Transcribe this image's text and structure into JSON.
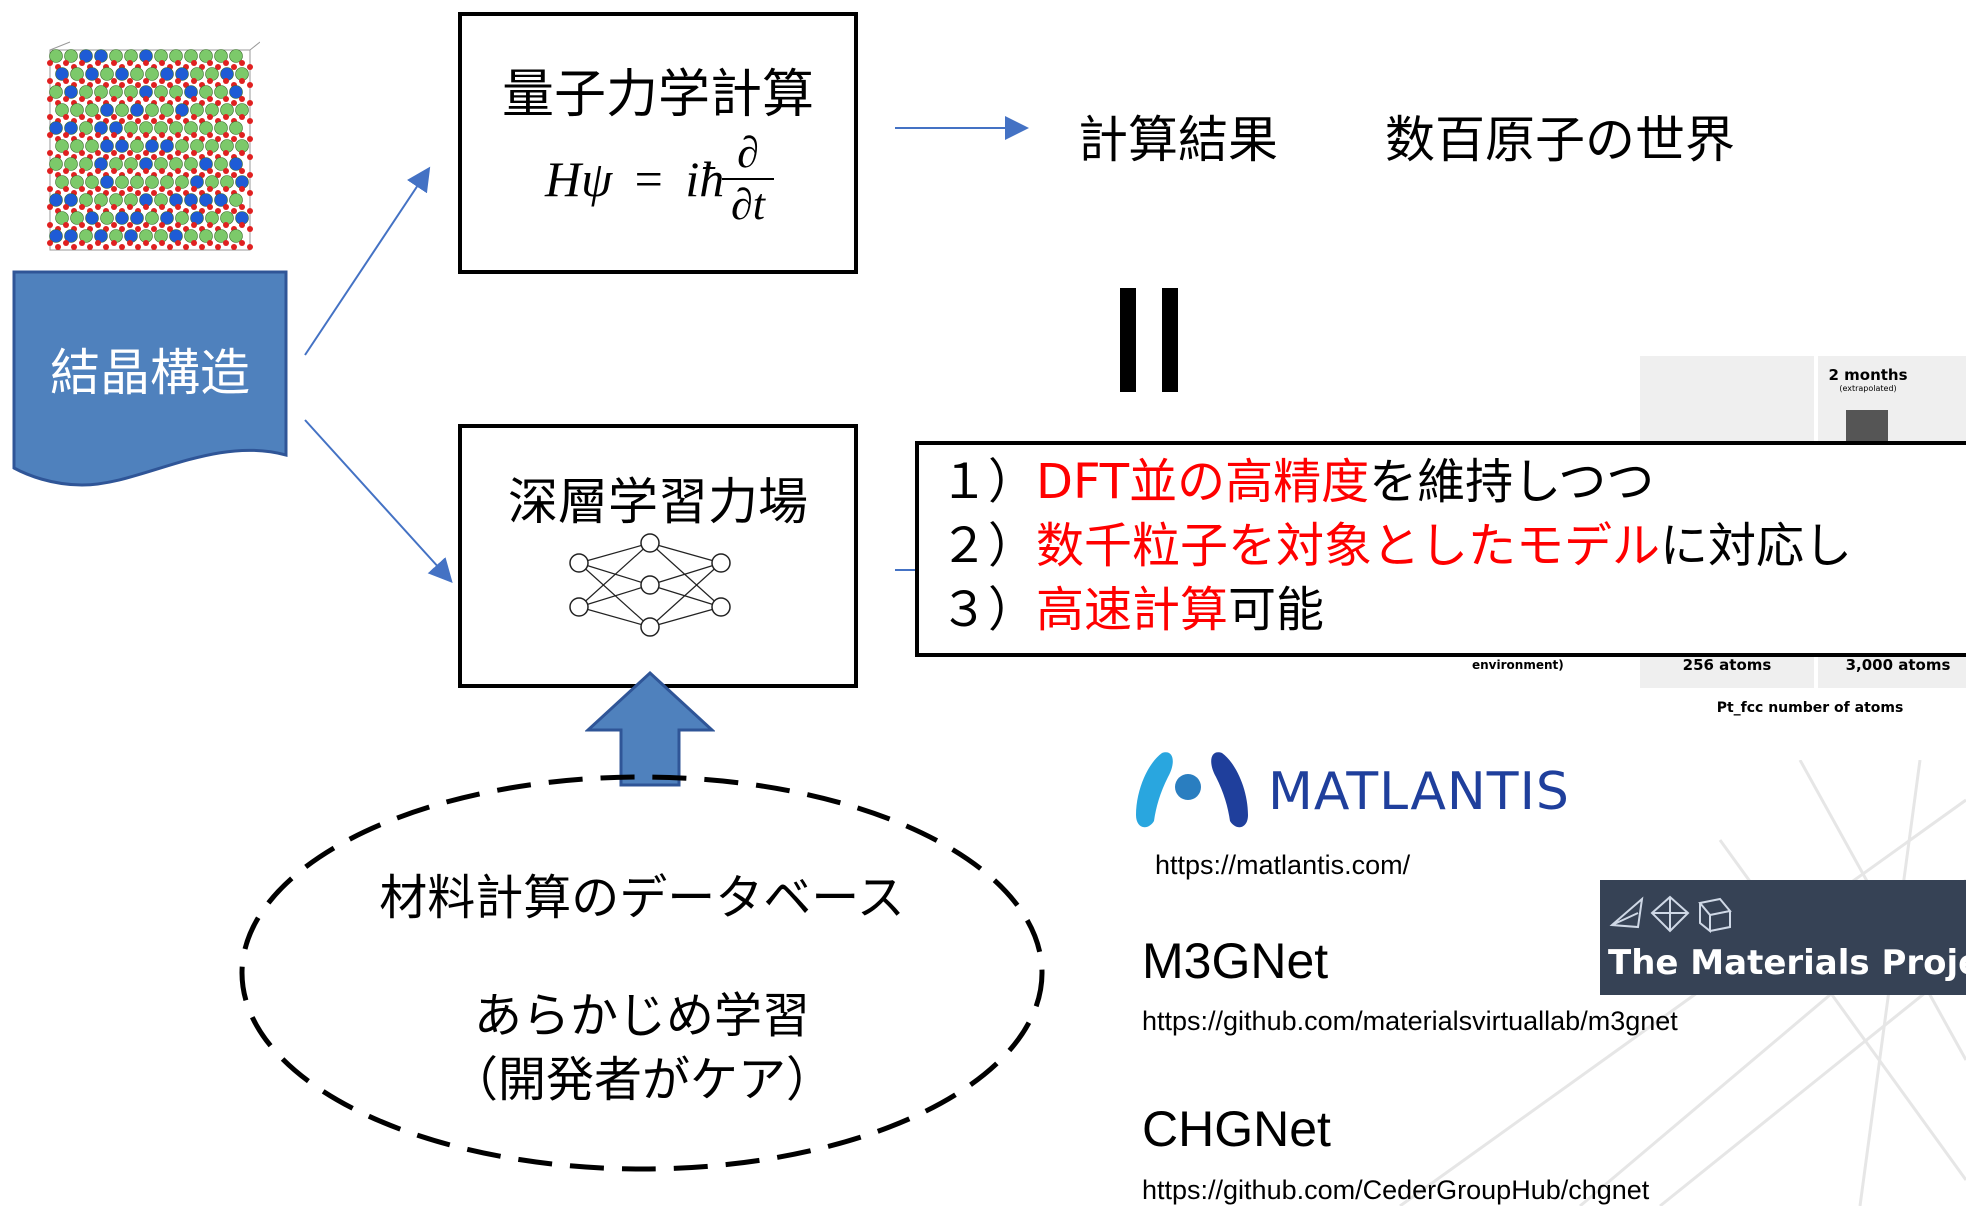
{
  "crystal": {
    "label": "結晶構造"
  },
  "quantum": {
    "title": "量子力学計算",
    "equation": {
      "lhs": "Hψ",
      "eq": "=",
      "rhs": "iħ",
      "num": "∂",
      "den": "∂t"
    }
  },
  "result": {
    "label": "計算結果",
    "scale": "数百原子の世界"
  },
  "equals_sign": "||",
  "deep_learning": {
    "title": "深層学習力場"
  },
  "database": {
    "line1": "材料計算のデータベース",
    "line2": "あらかじめ学習",
    "line3": "（開発者がケア）"
  },
  "features": {
    "items": [
      {
        "num": "１）",
        "highlight": "DFT並の高精度",
        "rest": "を維持しつつ"
      },
      {
        "num": "２）",
        "highlight": "数千粒子を対象としたモデル",
        "rest": "に対応し"
      },
      {
        "num": "３）",
        "highlight": "高速計算",
        "rest": "可能"
      }
    ]
  },
  "background_chart": {
    "bar2_label": "2 months",
    "bar2_note": "(extrapolated)",
    "atoms1": "256 atoms",
    "atoms2": "3,000 atoms",
    "xlabel": "Pt_fcc number of atoms",
    "left_fragment": "environment)"
  },
  "matlantis": {
    "name": "MATLANTIS",
    "url": "https://matlantis.com/"
  },
  "materials_project": {
    "name": "The Materials Project"
  },
  "m3gnet": {
    "name": "M3GNet",
    "url": "https://github.com/materialsvirtuallab/m3gnet"
  },
  "chgnet": {
    "name": "CHGNet",
    "url": "https://github.com/CederGroupHub/chgnet"
  },
  "colors": {
    "accent_blue": "#4f81bd",
    "highlight_red": "#ff0000"
  }
}
